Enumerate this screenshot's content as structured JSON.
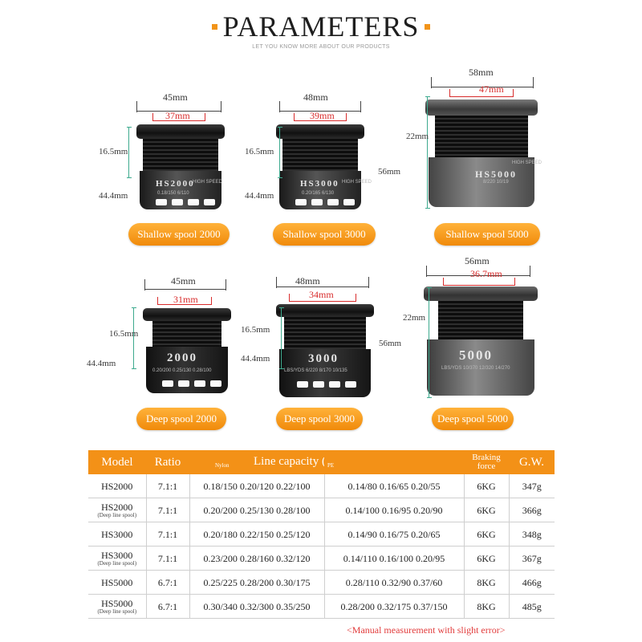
{
  "header": {
    "title": "PARAMETERS",
    "subtitle": "LET YOU KNOW MORE ABOUT OUR PRODUCTS"
  },
  "colors": {
    "accent": "#f39117",
    "red_dim": "#d82c2c",
    "side_dim": "#3daa8e"
  },
  "spools": [
    {
      "name": "Shallow spool 2000",
      "outer": "45mm",
      "inner": "37mm",
      "h1": "16.5mm",
      "h2": "44.4mm",
      "brand": "HS2000",
      "tag": "HIGH SPEED",
      "small": "0.18/150 6/110"
    },
    {
      "name": "Shallow spool 3000",
      "outer": "48mm",
      "inner": "39mm",
      "h1": "16.5mm",
      "h2": "44.4mm",
      "brand": "HS3000",
      "tag": "HIGH SPEED",
      "small": "0.20/165 6/130"
    },
    {
      "name": "Shallow spool 5000",
      "outer": "58mm",
      "inner": "47mm",
      "h1": "22mm",
      "h2": "56mm",
      "brand": "HS5000",
      "tag": "HIGH SPEED",
      "small": "8/220 10/19"
    },
    {
      "name": "Deep spool 2000",
      "outer": "45mm",
      "inner": "31mm",
      "h1": "16.5mm",
      "h2": "44.4mm",
      "brand": "2000",
      "small": "0.20/200 0.25/130 0.28/100"
    },
    {
      "name": "Deep spool 3000",
      "outer": "48mm",
      "inner": "34mm",
      "h1": "16.5mm",
      "h2": "44.4mm",
      "brand": "3000",
      "small": "LBS/YDS 6/220 8/170 10/135"
    },
    {
      "name": "Deep spool 5000",
      "outer": "56mm",
      "inner": "36.7mm",
      "h1": "22mm",
      "h2": "56mm",
      "brand": "5000",
      "small": "LBS/YDS 10/370 12/320 14/270"
    }
  ],
  "table": {
    "headers": {
      "model": "Model",
      "ratio": "Ratio",
      "nylon": "Nylon",
      "line": "Line capacity (MM / M)",
      "pe": "PE",
      "braking": "Braking",
      "force": "force",
      "gw": "G.W."
    },
    "rows": [
      {
        "model": "HS2000",
        "sub": "",
        "ratio": "7.1:1",
        "nylon": "0.18/150 0.20/120 0.22/100",
        "pe": "0.14/80 0.16/65 0.20/55",
        "braking": "6KG",
        "gw": "347g"
      },
      {
        "model": "HS2000",
        "sub": "(Deep line spool)",
        "ratio": "7.1:1",
        "nylon": "0.20/200 0.25/130 0.28/100",
        "pe": "0.14/100 0.16/95 0.20/90",
        "braking": "6KG",
        "gw": "366g"
      },
      {
        "model": "HS3000",
        "sub": "",
        "ratio": "7.1:1",
        "nylon": "0.20/180 0.22/150 0.25/120",
        "pe": "0.14/90 0.16/75 0.20/65",
        "braking": "6KG",
        "gw": "348g"
      },
      {
        "model": "HS3000",
        "sub": "(Deep line spool)",
        "ratio": "7.1:1",
        "nylon": "0.23/200 0.28/160 0.32/120",
        "pe": "0.14/110 0.16/100 0.20/95",
        "braking": "6KG",
        "gw": "367g"
      },
      {
        "model": "HS5000",
        "sub": "",
        "ratio": "6.7:1",
        "nylon": "0.25/225 0.28/200 0.30/175",
        "pe": "0.28/110 0.32/90 0.37/60",
        "braking": "8KG",
        "gw": "466g"
      },
      {
        "model": "HS5000",
        "sub": "(Deep line spool)",
        "ratio": "6.7:1",
        "nylon": "0.30/340 0.32/300 0.35/250",
        "pe": "0.28/200 0.32/175 0.37/150",
        "braking": "8KG",
        "gw": "485g"
      }
    ]
  },
  "footnote": "<Manual measurement with slight error>"
}
